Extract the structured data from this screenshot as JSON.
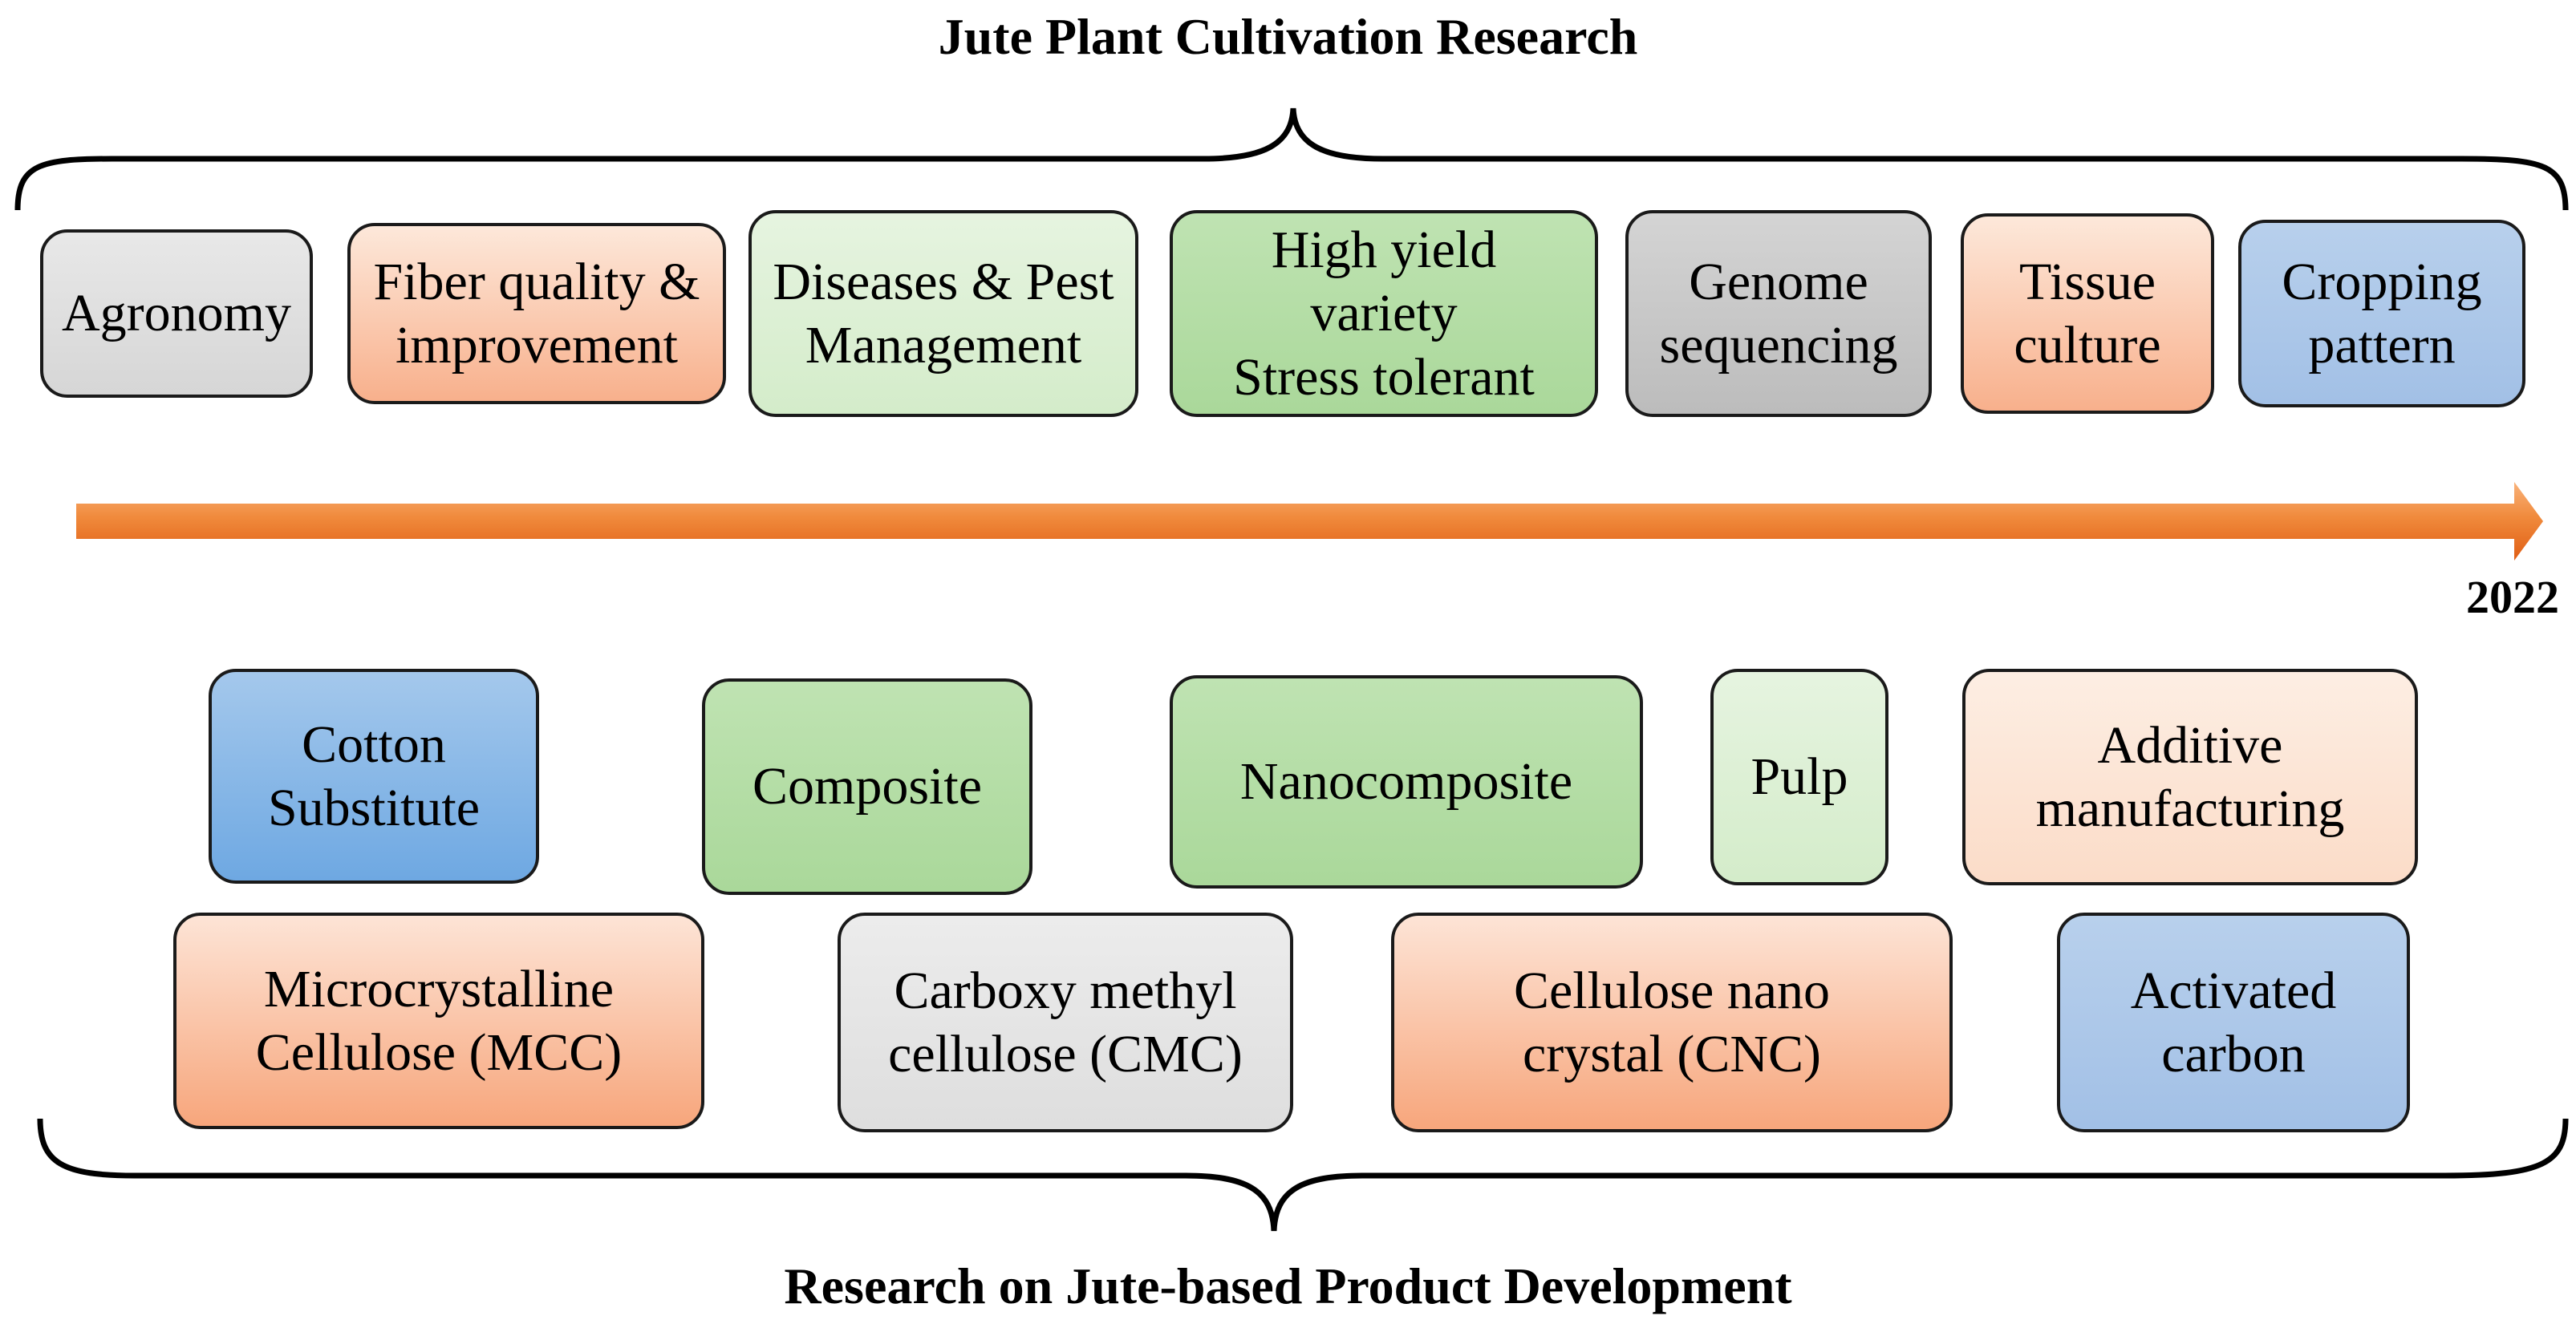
{
  "top_title": "Jute Plant Cultivation Research",
  "bottom_title": "Research on Jute-based Product Development",
  "timeline": {
    "year_label": "2022"
  },
  "cultivation_topics": [
    {
      "label": "Agronomy"
    },
    {
      "label": "Fiber quality &\nimprovement"
    },
    {
      "label": "Diseases & Pest\nManagement"
    },
    {
      "label": "High yield\nvariety\nStress tolerant"
    },
    {
      "label": "Genome\nsequencing"
    },
    {
      "label": "Tissue\nculture"
    },
    {
      "label": "Cropping\npattern"
    }
  ],
  "product_topics": [
    {
      "label": "Cotton\nSubstitute"
    },
    {
      "label": "Composite"
    },
    {
      "label": "Nanocomposite"
    },
    {
      "label": "Pulp"
    },
    {
      "label": "Additive\nmanufacturing"
    },
    {
      "label": "Microcrystalline\nCellulose (MCC)"
    },
    {
      "label": "Carboxy methyl\ncellulose (CMC)"
    },
    {
      "label": "Cellulose nano\ncrystal (CNC)"
    },
    {
      "label": "Activated\ncarbon"
    }
  ],
  "colors": {
    "arrow_light": "#f7a05c",
    "arrow_dark": "#e8651c",
    "outline": "#1a1a1a"
  }
}
